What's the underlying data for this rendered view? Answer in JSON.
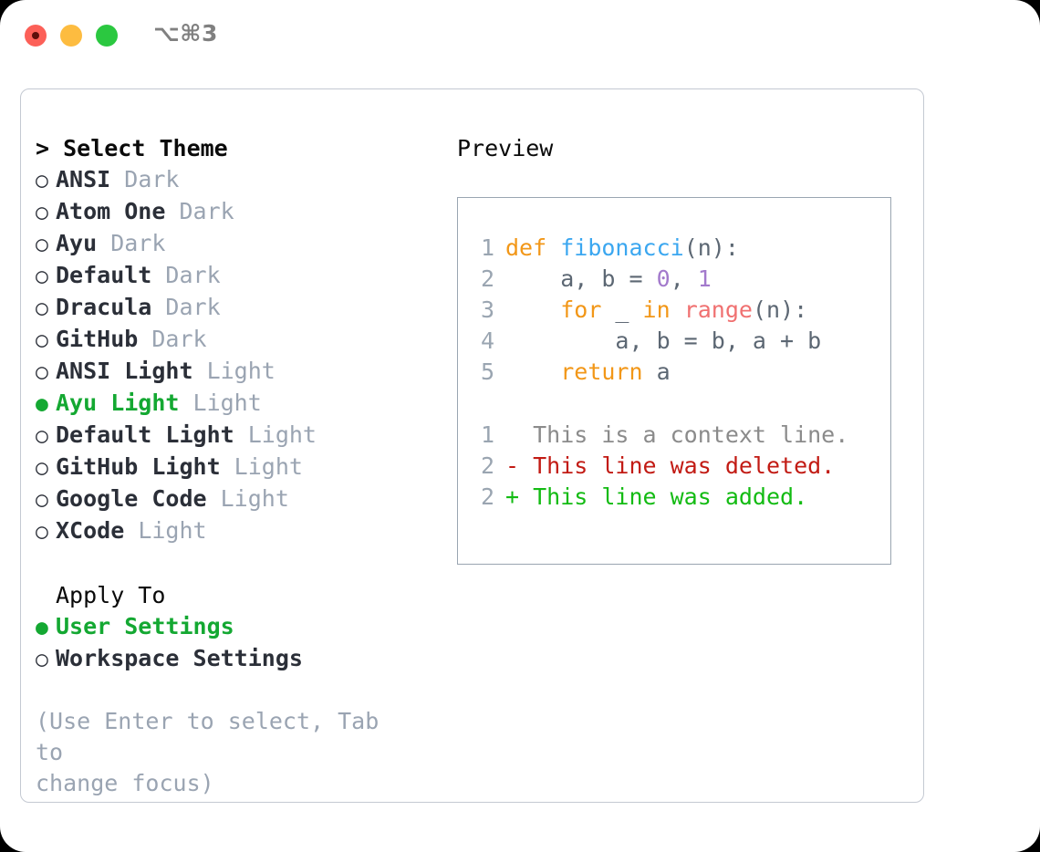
{
  "window": {
    "shortcut_title": "⌥⌘3",
    "traffic_lights": [
      "close",
      "minimize",
      "maximize"
    ]
  },
  "left": {
    "select_theme_header": "> Select Theme",
    "themes": [
      {
        "bullet": "○",
        "name": "ANSI",
        "variant": "Dark",
        "selected": false
      },
      {
        "bullet": "○",
        "name": "Atom One",
        "variant": "Dark",
        "selected": false
      },
      {
        "bullet": "○",
        "name": "Ayu",
        "variant": "Dark",
        "selected": false
      },
      {
        "bullet": "○",
        "name": "Default",
        "variant": "Dark",
        "selected": false
      },
      {
        "bullet": "○",
        "name": "Dracula",
        "variant": "Dark",
        "selected": false
      },
      {
        "bullet": "○",
        "name": "GitHub",
        "variant": "Dark",
        "selected": false
      },
      {
        "bullet": "○",
        "name": "ANSI Light",
        "variant": "Light",
        "selected": false
      },
      {
        "bullet": "●",
        "name": "Ayu Light",
        "variant": "Light",
        "selected": true
      },
      {
        "bullet": "○",
        "name": "Default Light",
        "variant": "Light",
        "selected": false
      },
      {
        "bullet": "○",
        "name": "GitHub Light",
        "variant": "Light",
        "selected": false
      },
      {
        "bullet": "○",
        "name": "Google Code",
        "variant": "Light",
        "selected": false
      },
      {
        "bullet": "○",
        "name": "XCode",
        "variant": "Light",
        "selected": false
      }
    ],
    "apply_to_header": "Apply To",
    "apply_options": [
      {
        "bullet": "●",
        "name": "User Settings",
        "variant": "",
        "selected": true
      },
      {
        "bullet": "○",
        "name": "Workspace Settings",
        "variant": "",
        "selected": false
      }
    ],
    "hint": "(Use Enter to select, Tab to\nchange focus)"
  },
  "right": {
    "preview_header": "Preview",
    "code_lines": [
      {
        "no": "1",
        "tokens": [
          {
            "t": "def ",
            "c": "kw"
          },
          {
            "t": "fibonacci",
            "c": "fn"
          },
          {
            "t": "(n):",
            "c": "txt"
          }
        ]
      },
      {
        "no": "2",
        "tokens": [
          {
            "t": "    a, b = ",
            "c": "txt"
          },
          {
            "t": "0",
            "c": "num"
          },
          {
            "t": ", ",
            "c": "txt"
          },
          {
            "t": "1",
            "c": "num"
          }
        ]
      },
      {
        "no": "3",
        "tokens": [
          {
            "t": "    ",
            "c": "txt"
          },
          {
            "t": "for",
            "c": "kw"
          },
          {
            "t": " _ ",
            "c": "txt"
          },
          {
            "t": "in",
            "c": "kw"
          },
          {
            "t": " ",
            "c": "txt"
          },
          {
            "t": "range",
            "c": "bi"
          },
          {
            "t": "(n):",
            "c": "txt"
          }
        ]
      },
      {
        "no": "4",
        "tokens": [
          {
            "t": "        a, b = b, a + b",
            "c": "txt"
          }
        ]
      },
      {
        "no": "5",
        "tokens": [
          {
            "t": "    ",
            "c": "txt"
          },
          {
            "t": "return",
            "c": "kw"
          },
          {
            "t": " a",
            "c": "txt"
          }
        ]
      }
    ],
    "diff_lines": [
      {
        "no": "1",
        "marker": "  ",
        "text": "This is a context line.",
        "kind": "ctx"
      },
      {
        "no": "2",
        "marker": "- ",
        "text": "This line was deleted.",
        "kind": "del"
      },
      {
        "no": "2",
        "marker": "+ ",
        "text": "This line was added.",
        "kind": "add"
      }
    ]
  },
  "colors": {
    "accent_green": "#14a832",
    "muted_gray": "#9aa4b2",
    "keyword_orange": "#f29718",
    "function_blue": "#3ba7f0",
    "number_purple": "#a37acc",
    "builtin_red": "#f07171",
    "diff_delete": "#c21b14",
    "diff_add": "#13bb13",
    "panel_border": "#c4c9d2",
    "preview_border": "#9aa5b1"
  }
}
